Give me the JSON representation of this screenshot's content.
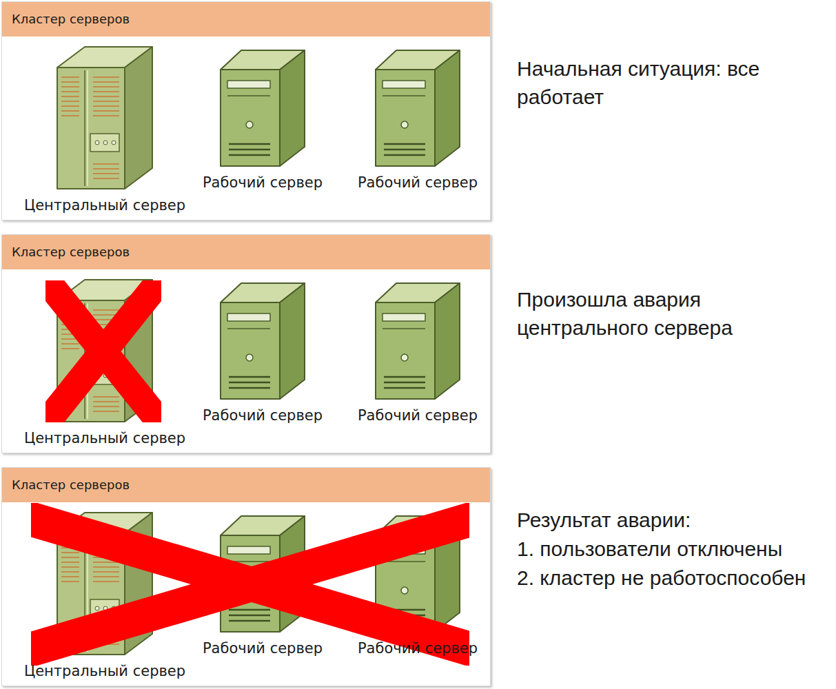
{
  "diagram": {
    "nodes": [
      {
        "text": [
          "Кластер серверов"
        ]
      },
      {
        "text": [
          "Центральный сервер"
        ],
        "in": 0
      },
      {
        "text": [
          "Рабочий сервер"
        ],
        "in": 0
      },
      {
        "text": [
          "Рабочий сервер"
        ],
        "in": 0
      },
      {
        "text": [
          "Кластер серверов"
        ]
      },
      {
        "text": [
          "Центральный сервер"
        ],
        "in": 4
      },
      {
        "text": [
          "Рабочий сервер"
        ],
        "in": 4
      },
      {
        "text": [
          "Рабочий сервер"
        ],
        "in": 4
      },
      {
        "text": [
          "Кластер серверов"
        ]
      },
      {
        "text": [
          "Центральный сервер"
        ],
        "in": 8
      },
      {
        "text": [
          "Рабочий сервер"
        ],
        "in": 8
      },
      {
        "text": [
          "Рабочий сервер"
        ],
        "in": 8
      }
    ],
    "labels": [
      "Начальная ситуация: все работает",
      "Произошла авария центрального сервера",
      "Результат аварии:",
      "1. пользователи отключены",
      "2. кластер не работоспособен"
    ]
  }
}
